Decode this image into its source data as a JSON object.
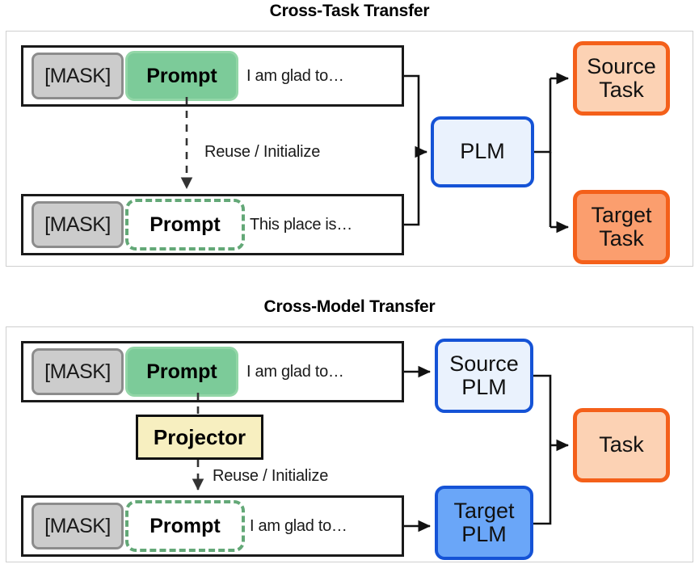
{
  "figure": {
    "panels": [
      {
        "id": "cross-task",
        "title": "Cross-Task Transfer",
        "rows": [
          {
            "mask": "[MASK]",
            "prompt": "Prompt",
            "prompt_style": "solid-green",
            "text": "I am glad to…"
          },
          {
            "mask": "[MASK]",
            "prompt": "Prompt",
            "prompt_style": "dashed-green",
            "text": "This place is…"
          }
        ],
        "transfer_label": "Reuse / Initialize",
        "model": {
          "label": "PLM",
          "fill": "#eaf2fd",
          "stroke": "#1553d6"
        },
        "outputs": [
          {
            "label_line1": "Source",
            "label_line2": "Task",
            "fill": "#fcd2b4",
            "stroke": "#f4601a"
          },
          {
            "label_line1": "Target",
            "label_line2": "Task",
            "fill": "#fb9e6e",
            "stroke": "#f4601a"
          }
        ]
      },
      {
        "id": "cross-model",
        "title": "Cross-Model Transfer",
        "rows": [
          {
            "mask": "[MASK]",
            "prompt": "Prompt",
            "prompt_style": "solid-green",
            "text": "I am glad to…"
          },
          {
            "mask": "[MASK]",
            "prompt": "Prompt",
            "prompt_style": "dashed-green",
            "text": "I am glad to…"
          }
        ],
        "projector": {
          "label": "Projector",
          "fill": "#f7efc0",
          "stroke": "#111111"
        },
        "transfer_label": "Reuse / Initialize",
        "models": [
          {
            "label_line1": "Source",
            "label_line2": "PLM",
            "fill": "#eaf2fd",
            "stroke": "#1553d6"
          },
          {
            "label_line1": "Target",
            "label_line2": "PLM",
            "fill": "#6aa6f8",
            "stroke": "#1553d6"
          }
        ],
        "outputs": [
          {
            "label_line1": "Task",
            "label_line2": "",
            "fill": "#fcd2b4",
            "stroke": "#f4601a"
          }
        ]
      }
    ],
    "colors": {
      "mask_fill": "#cccccc",
      "mask_stroke": "#8c8c8c",
      "prompt_solid_fill": "#7ccb99",
      "prompt_solid_stroke": "#93d6a7",
      "prompt_dashed_stroke": "#63a877",
      "row_stroke": "#1a1a1a",
      "panel_stroke": "#cfcfcf",
      "wire": "#111111"
    }
  }
}
